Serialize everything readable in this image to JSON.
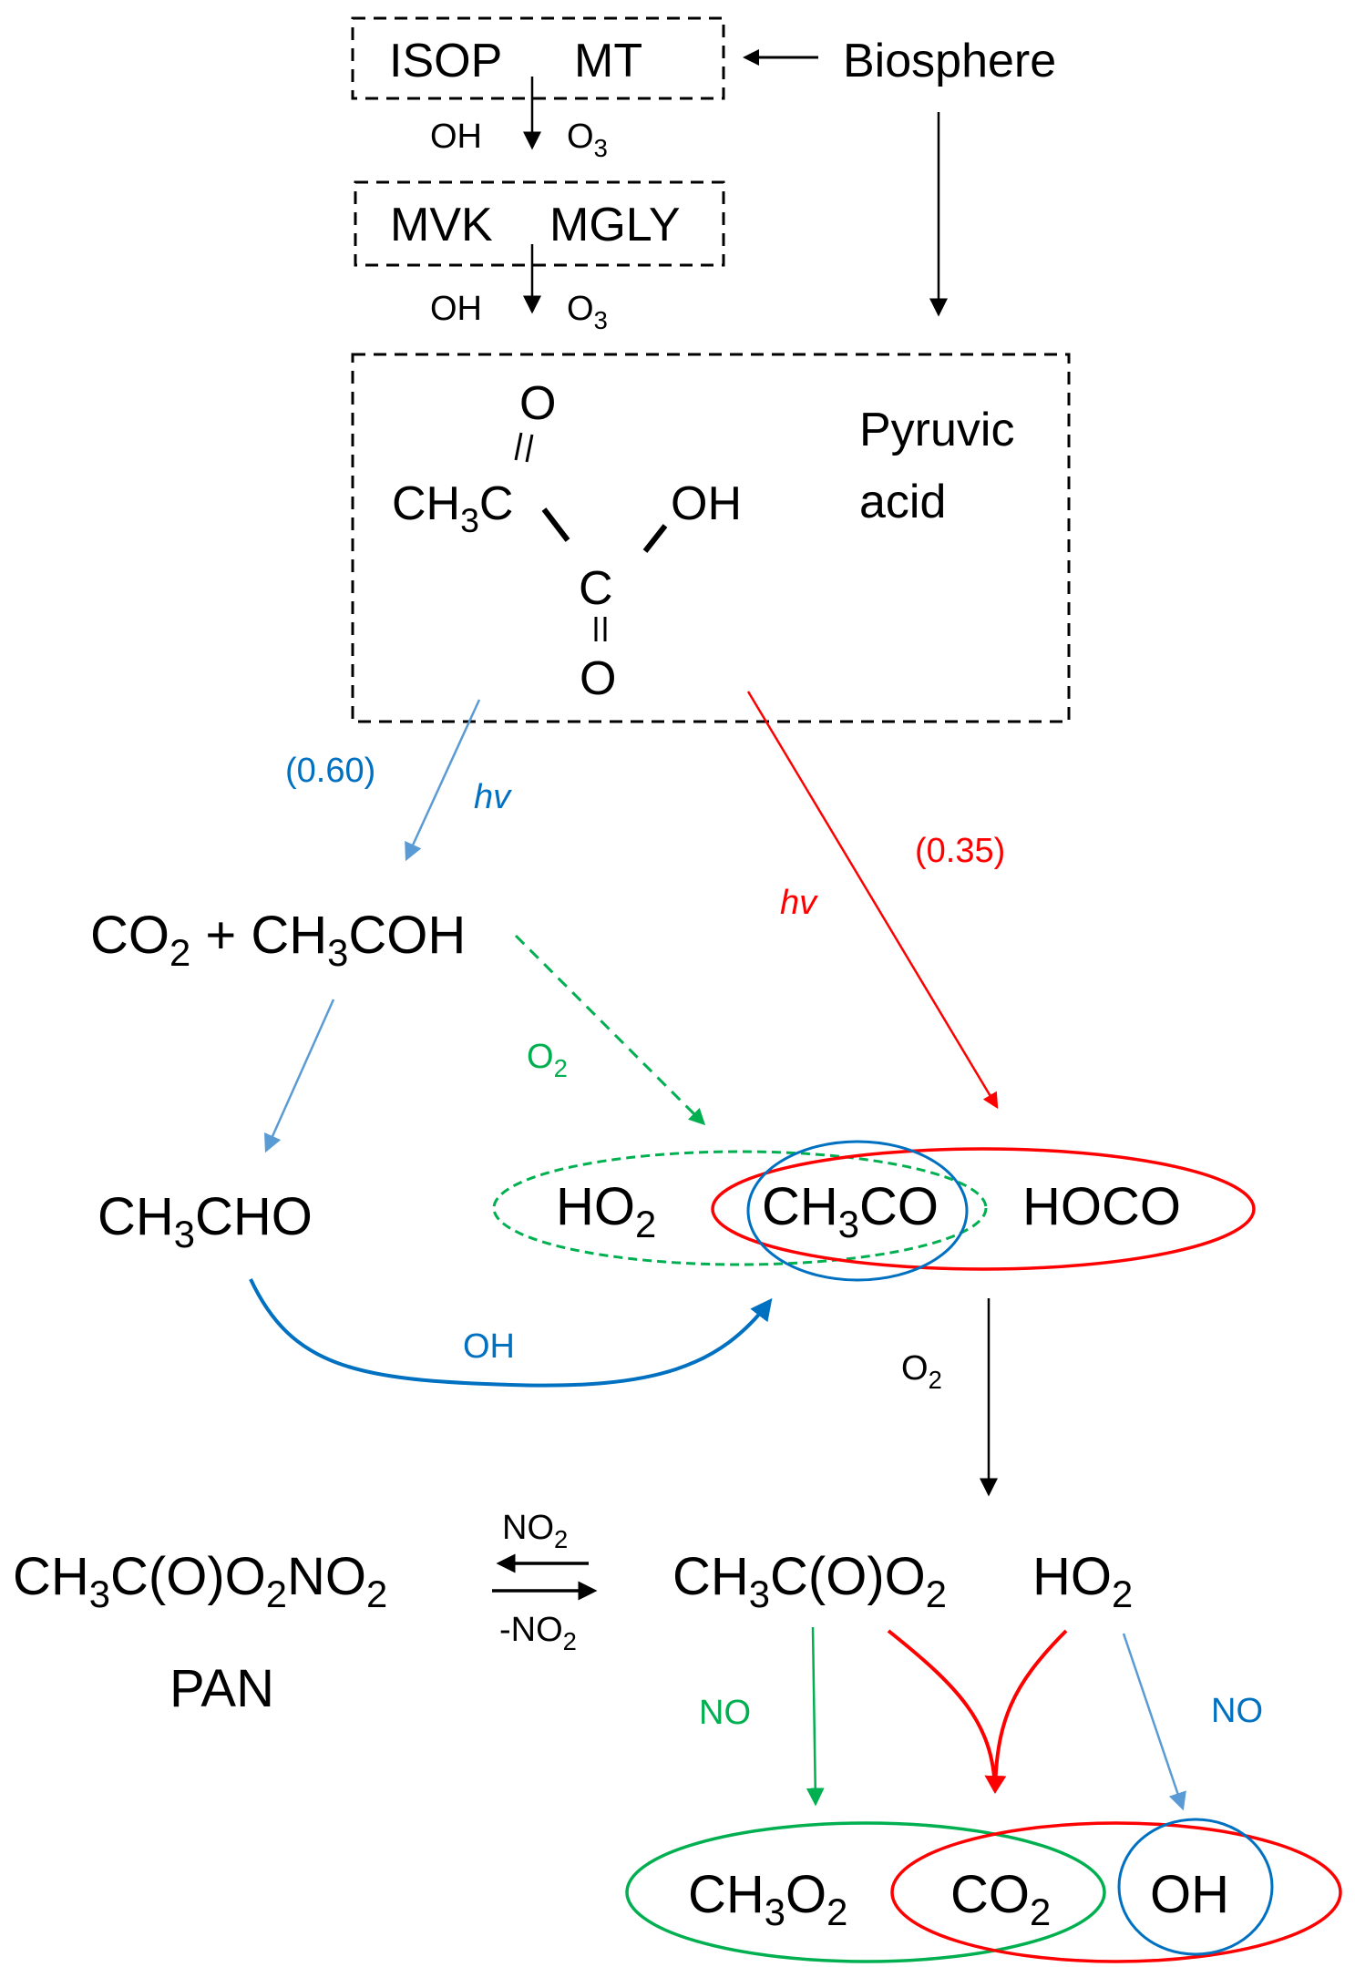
{
  "title": "Pyruvic acid photolysis pathway",
  "colors": {
    "black": "#000000",
    "text_blue": "#0070C0",
    "arrow_blue": "#5B9BD5",
    "red": "#FF0000",
    "green": "#00B050"
  },
  "top": {
    "box1": {
      "left": "ISOP",
      "right": "MT"
    },
    "biosphere": "Biosphere",
    "step1": {
      "oxidant1": "OH",
      "oxidant2_base": "O",
      "oxidant2_sub": "3"
    },
    "box2": {
      "left": "MVK",
      "right": "MGLY"
    },
    "step2": {
      "oxidant1": "OH",
      "oxidant2_base": "O",
      "oxidant2_sub": "3"
    }
  },
  "pyruvic": {
    "label_line1": "Pyruvic",
    "label_line2": "acid",
    "o_top": "O",
    "ch3c_a": "CH",
    "ch3c_sub": "3",
    "ch3c_b": "C",
    "oh": "OH",
    "c_mid": "C",
    "o_bottom": "O"
  },
  "channels": {
    "blue_yield": "(0.60)",
    "blue_hv": "hv",
    "red_yield": "(0.35)",
    "red_hv": "hv"
  },
  "products1": {
    "co2_plus": {
      "a": "CO",
      "sub1": "2",
      "b": " + CH",
      "sub2": "3",
      "c": "COH"
    },
    "o2_green": {
      "base": "O",
      "sub": "2"
    },
    "ch3cho": {
      "a": "CH",
      "sub": "3",
      "b": "CHO"
    },
    "ho2": {
      "base": "HO",
      "sub": "2"
    },
    "ch3co": {
      "a": "CH",
      "sub": "3",
      "b": "CO"
    },
    "hoco": "HOCO",
    "oh_arrow": "OH",
    "o2_black": {
      "base": "O",
      "sub": "2"
    }
  },
  "equilibrium": {
    "pan_formula": {
      "a": "CH",
      "s1": "3",
      "b": "C(O)O",
      "s2": "2",
      "c": "NO",
      "s3": "2"
    },
    "pan_label": "PAN",
    "forward": {
      "base": "NO",
      "sub": "2"
    },
    "reverse": {
      "base": "-NO",
      "sub": "2"
    },
    "peroxy": {
      "a": "CH",
      "s1": "3",
      "b": "C(O)O",
      "s2": "2"
    },
    "ho2": {
      "base": "HO",
      "sub": "2"
    }
  },
  "final": {
    "no_green": "NO",
    "no_blue": "NO",
    "ch3o2": {
      "a": "CH",
      "s1": "3",
      "b": "O",
      "s2": "2"
    },
    "co2": {
      "base": "CO",
      "sub": "2"
    },
    "oh": "OH"
  }
}
